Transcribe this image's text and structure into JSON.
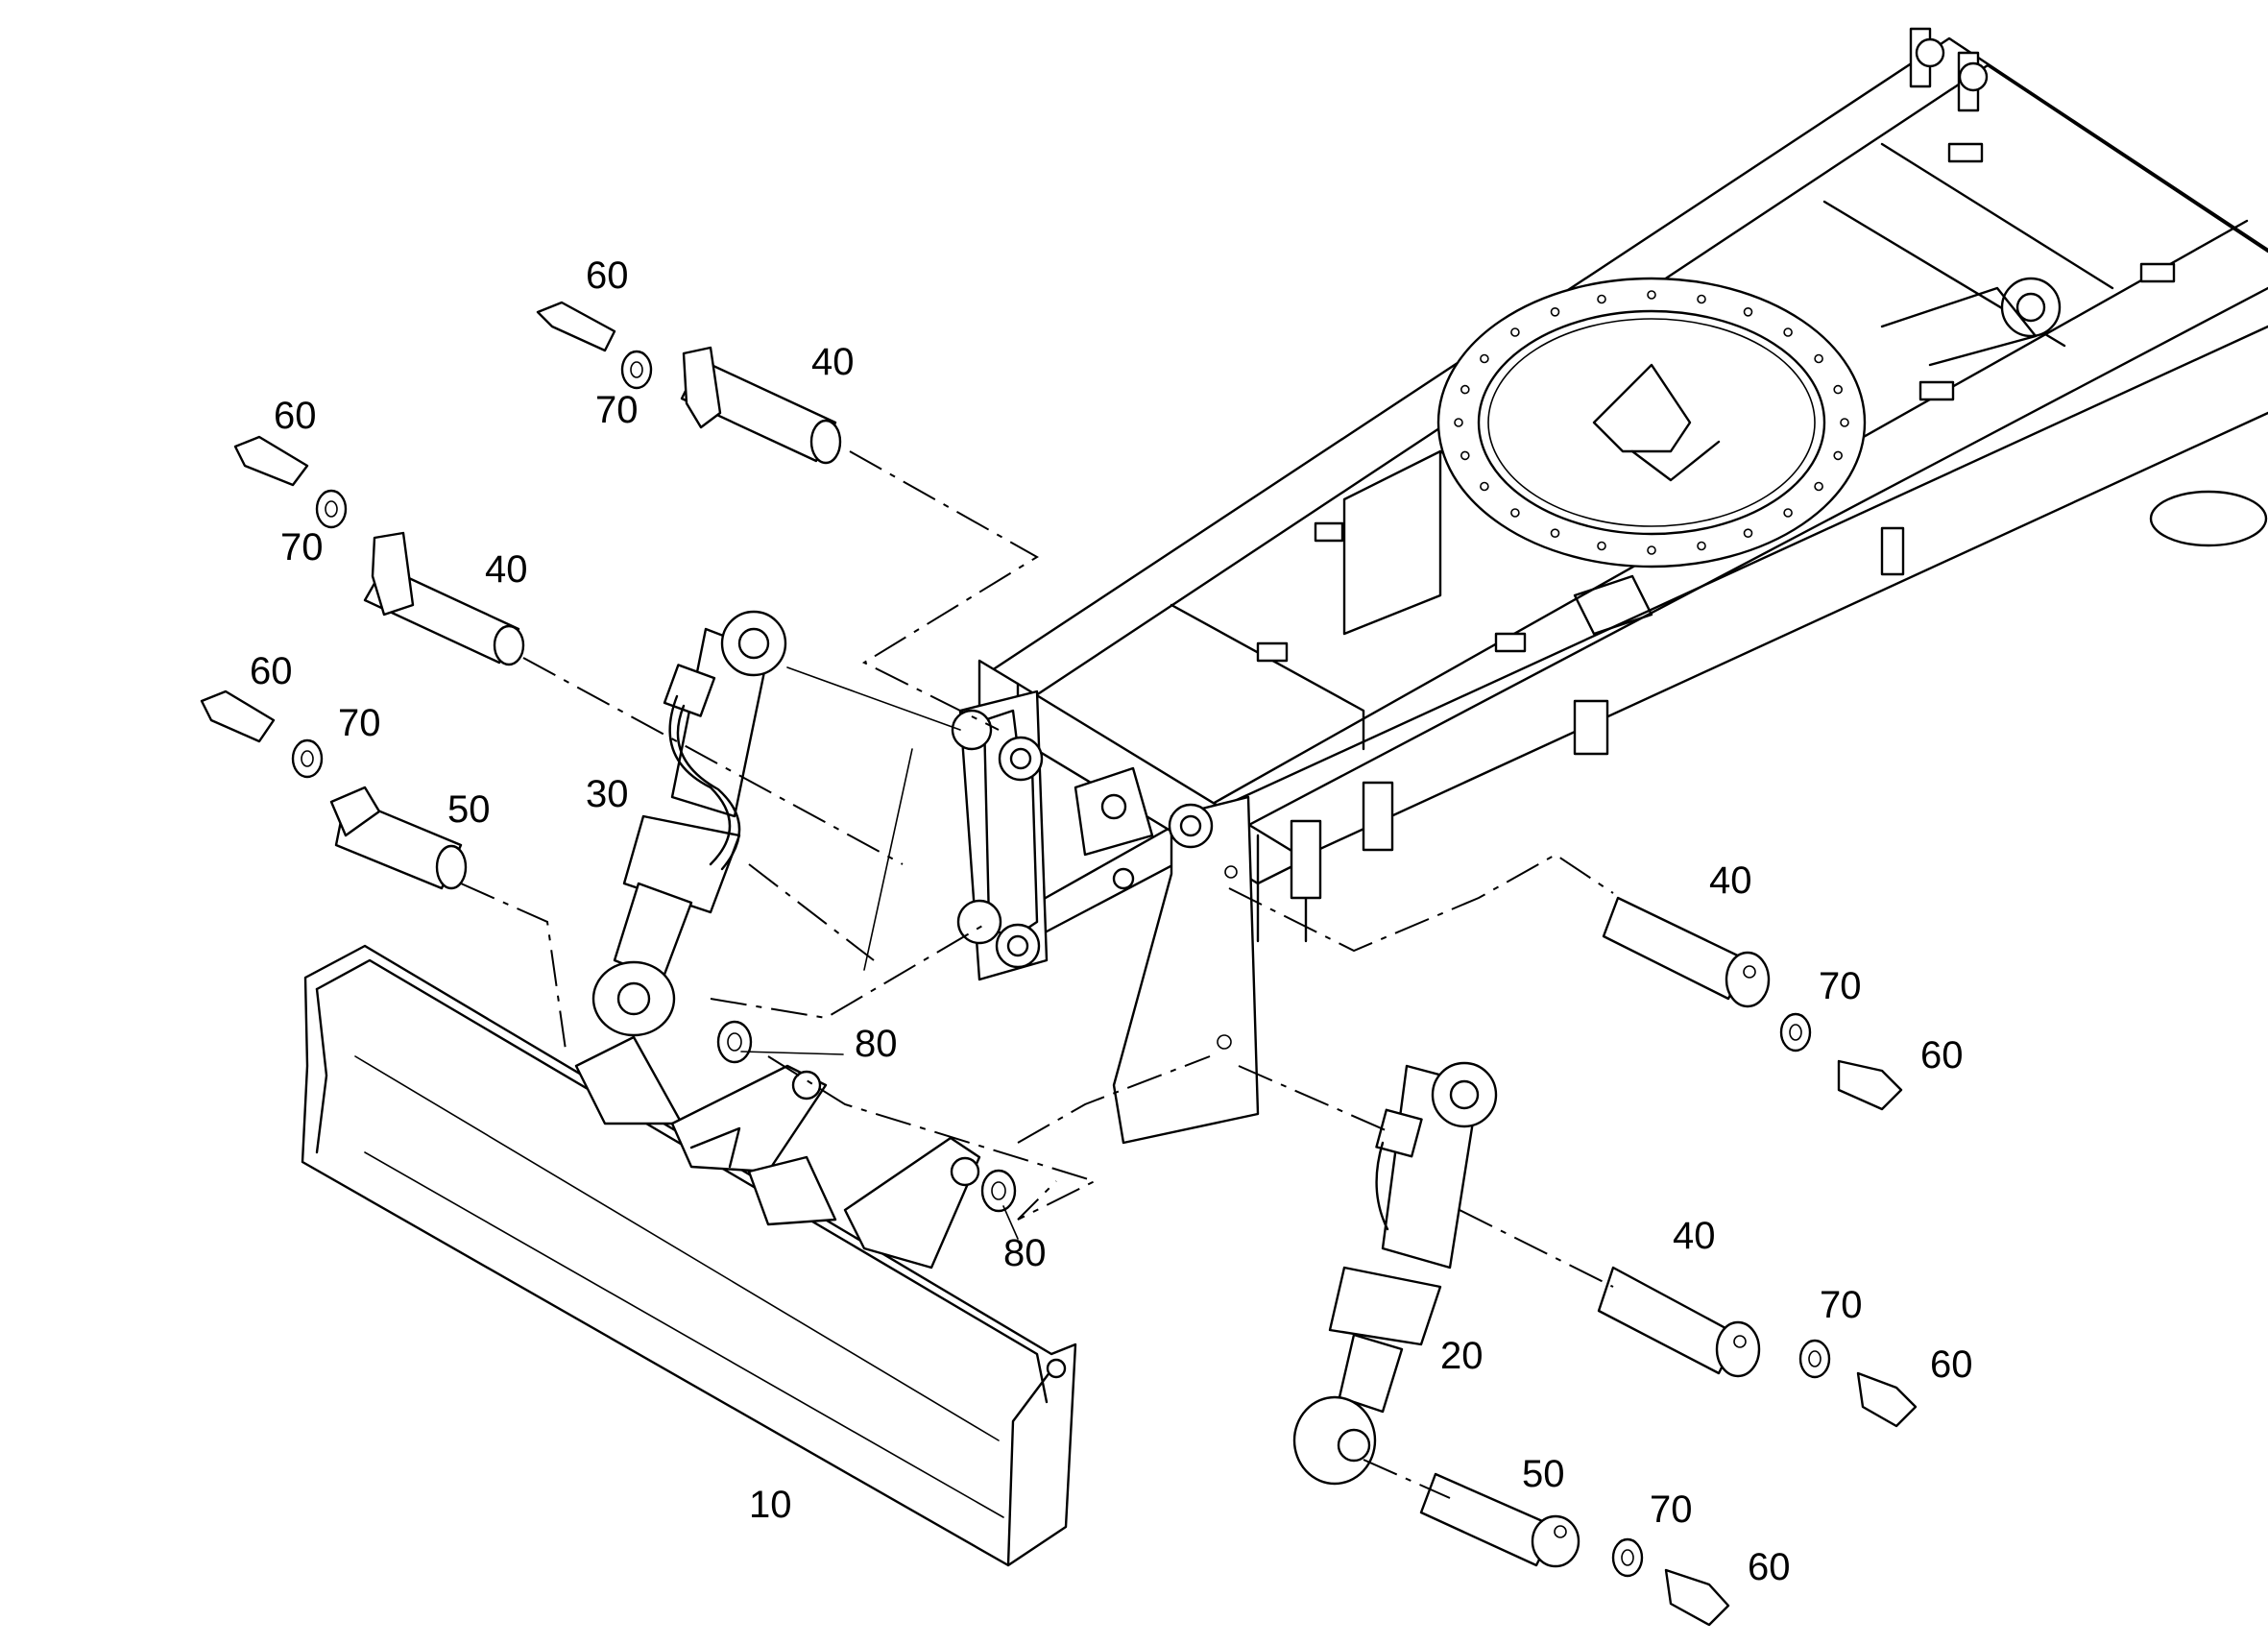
{
  "callouts": {
    "c10": "10",
    "c20": "20",
    "c30": "30",
    "c40a": "40",
    "c40b": "40",
    "c40c": "40",
    "c40d": "40",
    "c50a": "50",
    "c50b": "50",
    "c60a": "60",
    "c60b": "60",
    "c60c": "60",
    "c60d": "60",
    "c60e": "60",
    "c60f": "60",
    "c70a": "70",
    "c70b": "70",
    "c70c": "70",
    "c70d": "70",
    "c70e": "70",
    "c70f": "70",
    "c80a": "80",
    "c80b": "80"
  }
}
